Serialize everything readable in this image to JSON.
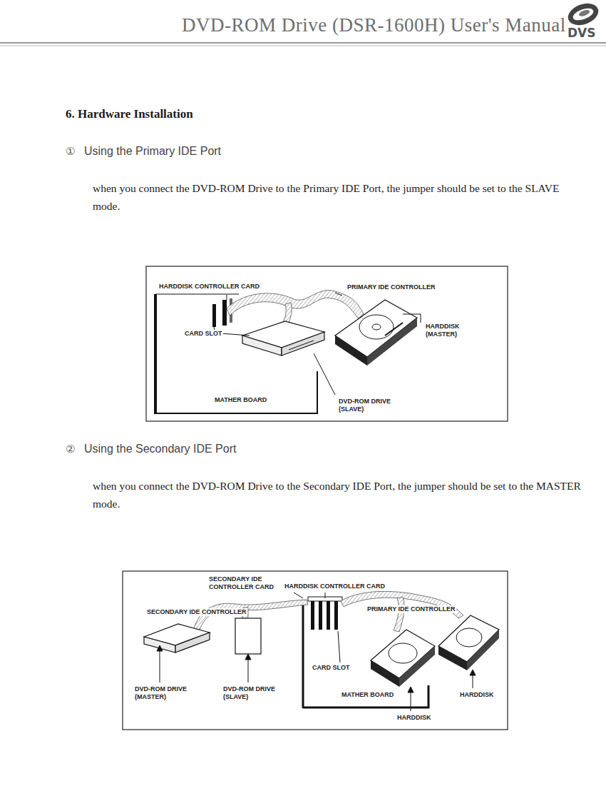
{
  "diagram": {
    "title": "DVD-ROM Drive (DSR-1600H) User's Manual",
    "labels": [
      "DVS",
      "6. Hardware Installation",
      "①",
      "Using the Primary IDE Port",
      "when you connect the DVD-ROM Drive to the Primary IDE Port, the jumper should be set to the SLAVE mode.",
      "HARDDISK CONTROLLER CARD",
      "PRIMARY IDE CONTROLLER",
      "HARDDISK (MASTER)",
      "CARD SLOT",
      "MATHER BOARD",
      "DVD-ROM DRIVE (SLAVE)",
      "②",
      "Using the Secondary IDE Port",
      "when you connect the DVD-ROM Drive to the Secondary IDE Port, the jumper should be set to the MASTER mode.",
      "SECONDARY IDE CONTROLLER CARD",
      "HARDDISK CONTROLLER CARD",
      "SECONDARY IDE CONTROLLER",
      "PRIMARY IDE CONTROLLER",
      "CARD SLOT",
      "DVD-ROM DRIVE (MASTER)",
      "DVD-ROM DRIVE (SLAVE)",
      "MATHER BOARD",
      "HARDDISK",
      "HARDDISK"
    ]
  }
}
